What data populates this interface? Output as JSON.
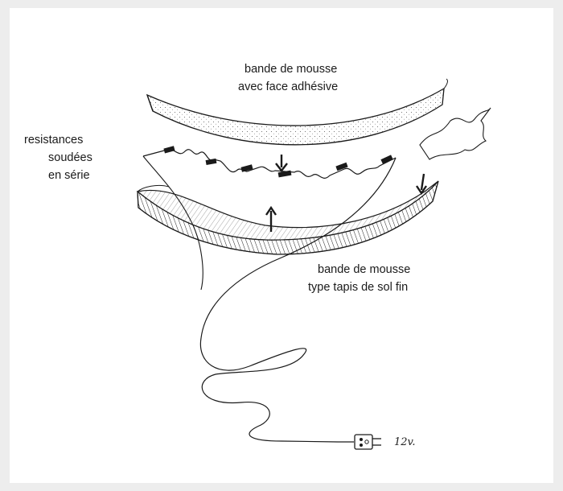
{
  "labels": {
    "top_foam": [
      "bande de mousse",
      "avec face adhésive"
    ],
    "resistors": [
      "resistances",
      "soudées",
      "en série"
    ],
    "bottom_foam": [
      "bande de mousse",
      "type tapis de sol fin"
    ],
    "voltage": "12v."
  },
  "colors": {
    "ink": "#1a1a1a",
    "paper": "#ffffff",
    "frame": "#ededed"
  }
}
